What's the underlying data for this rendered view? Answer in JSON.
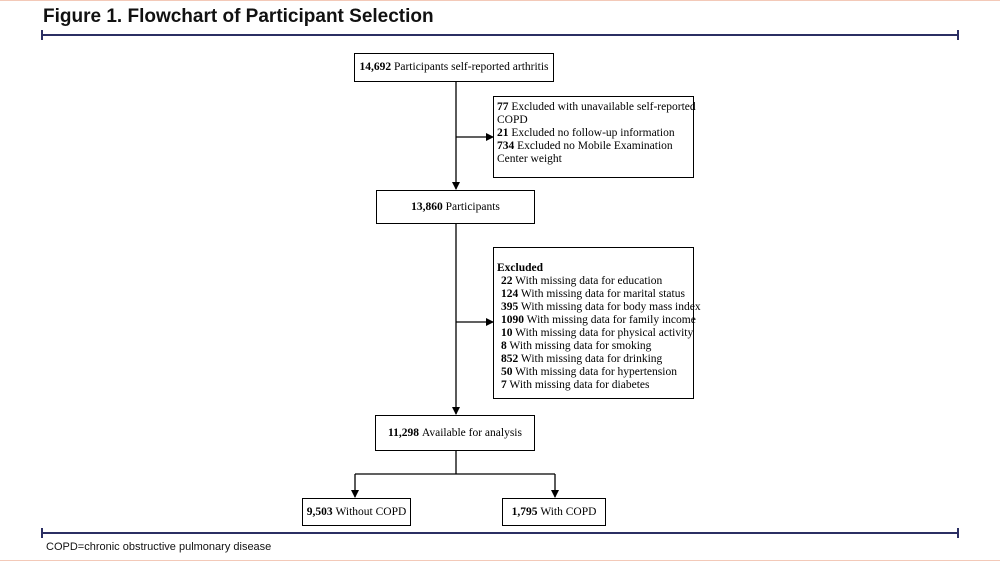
{
  "figure_title": "Figure 1. Flowchart of Participant Selection",
  "footnote": "COPD=chronic obstructive pulmonary disease",
  "nodes": {
    "start": {
      "count": "14,692",
      "label": "Participants self-reported arthritis"
    },
    "mid": {
      "count": "13,860",
      "label": "Participants"
    },
    "analysis": {
      "count": "11,298",
      "label": "Available for analysis"
    },
    "without": {
      "count": "9,503",
      "label": "Without COPD"
    },
    "with": {
      "count": "1,795",
      "label": "With COPD"
    }
  },
  "exclusion1": {
    "items": [
      {
        "count": "77",
        "label": "Excluded with unavailable self-reported"
      },
      {
        "count": "",
        "label": "COPD"
      },
      {
        "count": "21",
        "label": " Excluded no follow-up information"
      },
      {
        "count": "734",
        "label": " Excluded no Mobile Examination"
      },
      {
        "count": "",
        "label": "Center weight"
      }
    ]
  },
  "exclusion2": {
    "heading": "Excluded",
    "items": [
      {
        "count": "22",
        "label": "With missing data for education"
      },
      {
        "count": "124",
        "label": "With missing data for marital status"
      },
      {
        "count": "395",
        "label": "With missing data for body mass index"
      },
      {
        "count": "1090",
        "label": "With missing data for family income"
      },
      {
        "count": "10",
        "label": "With missing data for physical activity"
      },
      {
        "count": "8",
        "label": "With missing data for smoking"
      },
      {
        "count": "852",
        "label": "With missing data for drinking"
      },
      {
        "count": "50",
        "label": "With missing data for hypertension"
      },
      {
        "count": "7",
        "label": "With missing data for diabetes"
      }
    ]
  }
}
